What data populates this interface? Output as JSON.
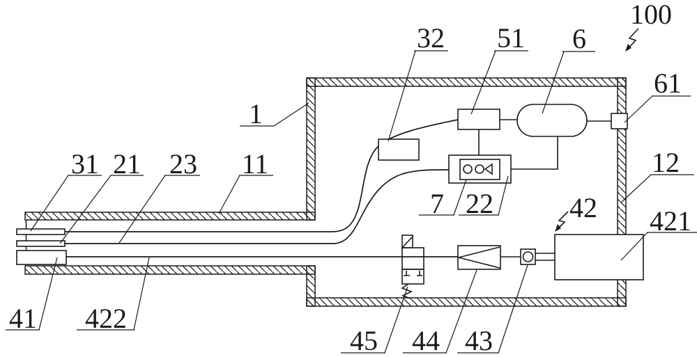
{
  "figure": {
    "kind": "patent-schematic",
    "background": "#ffffff",
    "line_color": "#1a1a1a",
    "labels": {
      "100": "100",
      "1": "1",
      "11": "11",
      "12": "12",
      "21": "21",
      "23": "23",
      "31": "31",
      "32": "32",
      "41": "41",
      "42": "42",
      "43": "43",
      "44": "44",
      "45": "45",
      "51": "51",
      "6": "6",
      "61": "61",
      "7": "7",
      "22": "22",
      "421": "421",
      "422": "422"
    }
  }
}
